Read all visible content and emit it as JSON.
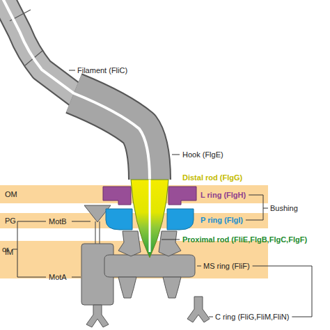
{
  "diagram": {
    "nodes": [
      {
        "text": [
          "OM"
        ]
      },
      {
        "text": [
          "PG"
        ]
      },
      {
        "text": [
          "IM"
        ]
      }
    ],
    "labels": [
      "Filament (FliC)",
      "Hook (FlgE)",
      "Distal rod (FlgG)",
      "L ring (FlgH)",
      "Bushing",
      "P ring (FlgI)",
      "MotB",
      "or",
      "Proximal rod (FliE,FlgB,FlgC,FlgF)",
      "MotA",
      "MS ring (FliF)",
      "C ring (FliG,FliM,FliN)"
    ]
  }
}
